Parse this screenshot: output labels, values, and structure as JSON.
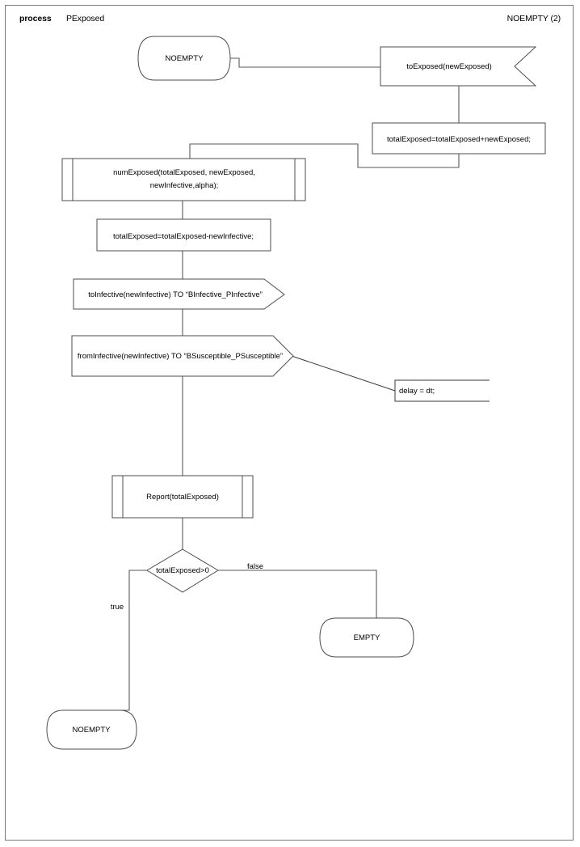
{
  "header": {
    "keyword": "process",
    "process_name": "PExposed",
    "state_label": "NOEMPTY (2)"
  },
  "diagram": {
    "type": "sdl-process-flowchart",
    "title": "PExposed process flowchart",
    "nodes": [
      {
        "id": "start-noempty",
        "kind": "state",
        "label": "NOEMPTY"
      },
      {
        "id": "to-exposed",
        "kind": "input",
        "label": "toExposed(newExposed)"
      },
      {
        "id": "total-add",
        "kind": "task",
        "label": "totalExposed=totalExposed+newExposed;"
      },
      {
        "id": "num-exposed",
        "kind": "procedure",
        "label_line1": "numExposed(totalExposed, newExposed,",
        "label_line2": "newInfective,alpha);"
      },
      {
        "id": "total-sub",
        "kind": "task",
        "label": "totalExposed=totalExposed-newInfective;"
      },
      {
        "id": "to-infective",
        "kind": "output",
        "label": "toInfective(newInfective) TO “BInfective_PInfective”"
      },
      {
        "id": "from-infective",
        "kind": "output",
        "label": "fromInfective(newInfective) TO “BSusceptible_PSusceptible”"
      },
      {
        "id": "delay-note",
        "kind": "comment",
        "label": "delay = dt;"
      },
      {
        "id": "report",
        "kind": "procedure",
        "label": "Report(totalExposed)"
      },
      {
        "id": "decision",
        "kind": "decision",
        "label": "totalExposed>0"
      },
      {
        "id": "end-empty",
        "kind": "state",
        "label": "EMPTY"
      },
      {
        "id": "end-noempty",
        "kind": "state",
        "label": "NOEMPTY"
      }
    ],
    "edge_labels": {
      "decision_true": "true",
      "decision_false": "false"
    },
    "colors": {
      "shape_stroke": "#4d4d4d",
      "connector_stroke": "#5a5a5a",
      "page_border": "#7a7a7a",
      "background": "#ffffff",
      "text": "#000000"
    }
  }
}
